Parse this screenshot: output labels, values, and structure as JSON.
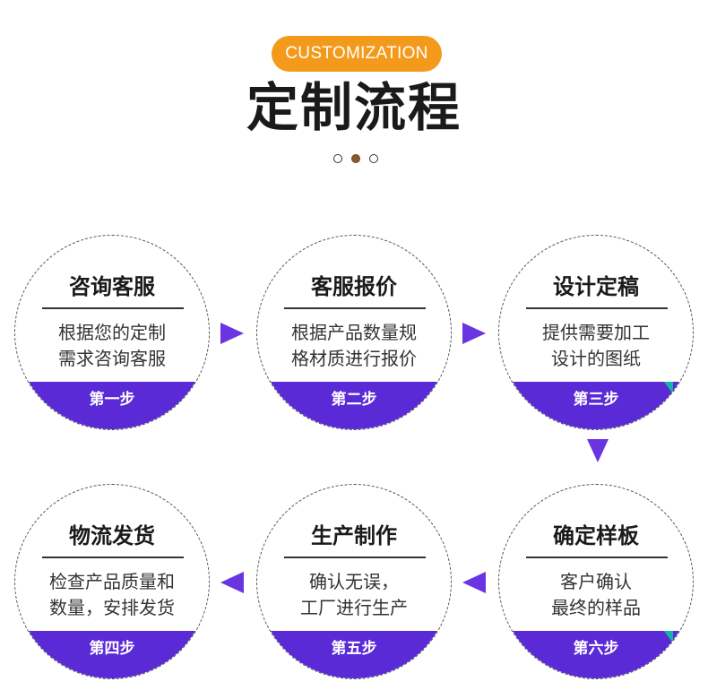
{
  "header": {
    "badge": "CUSTOMIZATION",
    "title": "定制流程"
  },
  "colors": {
    "accent_orange": "#f39a1c",
    "accent_purple": "#5a2ad6",
    "arrow_purple": "#6a35e0",
    "active_dot": "#8a5a2b"
  },
  "steps": [
    {
      "title": "咨询客服",
      "line1": "根据您的定制",
      "line2": "需求咨询客服",
      "badge": "第一步"
    },
    {
      "title": "客服报价",
      "line1": "根据产品数量规",
      "line2": "格材质进行报价",
      "badge": "第二步"
    },
    {
      "title": "设计定稿",
      "line1": "提供需要加工",
      "line2": "设计的图纸",
      "badge": "第三步"
    },
    {
      "title": "确定样板",
      "line1": "客户确认",
      "line2": "最终的样品",
      "badge": "第六步"
    },
    {
      "title": "生产制作",
      "line1": "确认无误，",
      "line2": "工厂进行生产",
      "badge": "第五步"
    },
    {
      "title": "物流发货",
      "line1": "检查产品质量和",
      "line2": "数量，安排发货",
      "badge": "第四步"
    }
  ]
}
